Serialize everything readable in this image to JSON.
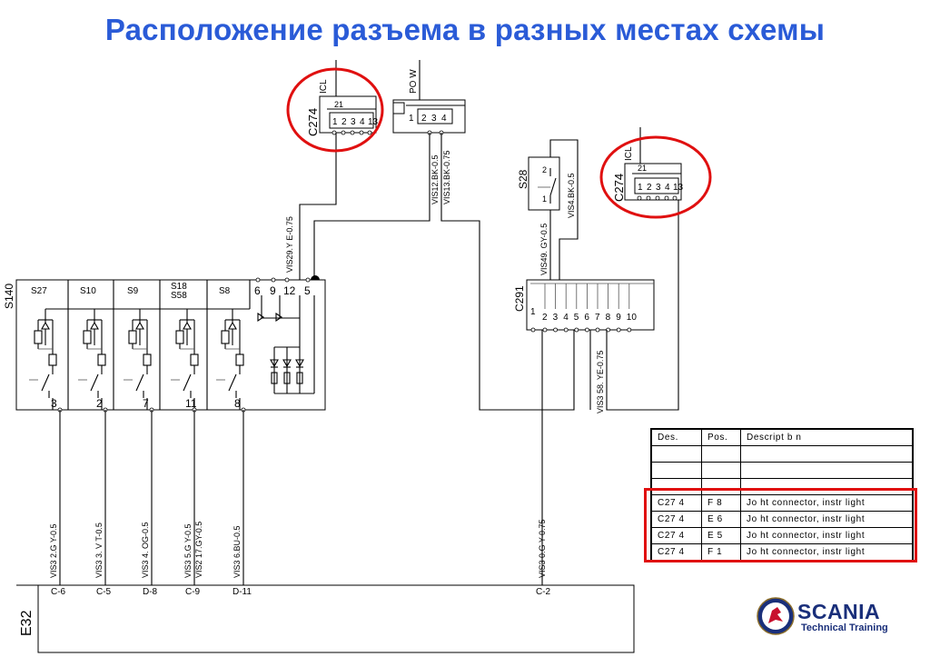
{
  "title": "Расположение разъема в разных местах схемы",
  "connectors": {
    "c274_label": "C274",
    "icl": "ICL",
    "pin21": "21",
    "pins": [
      "1",
      "2",
      "3",
      "4",
      "13"
    ],
    "pow_label": "PO W",
    "pow_pins": [
      "1",
      "2",
      "3",
      "4"
    ],
    "s28": "S28",
    "s28_pins": [
      "2",
      "1"
    ],
    "c291": "C291",
    "c291_pins": [
      "1",
      "2",
      "3",
      "4",
      "5",
      "6",
      "7",
      "8",
      "9",
      "10"
    ]
  },
  "wires": {
    "top_a": "VIS12.BK-0.5",
    "top_b": "VIS13.BK-0.75",
    "s28_wire": "VIS4.BK-0.5",
    "y075": "VIS29.Y E-0.75",
    "gy05": "VIS49. GY-0.5",
    "ye075": "VIS3 58. YE-0.75",
    "bottom": [
      "VIS3 2.G Y-0.5",
      "VIS3 3. V T-0.5",
      "VIS3 4. OG-0.5",
      "VIS3 5.G Y-0.5",
      "VIS2 17.GY-0.5",
      "VIS3 6.BU-0.5",
      "VIS3 0.G Y-0.75"
    ]
  },
  "module": {
    "label": "S140",
    "switches": [
      "S27",
      "S10",
      "S9",
      "S18",
      "S58",
      "S8"
    ],
    "top_pins": [
      "6",
      "9",
      "12",
      "5"
    ],
    "bottom_pins": [
      "3",
      "2",
      "7",
      "11",
      "8"
    ]
  },
  "e32": {
    "label": "E32",
    "pins": [
      "C-6",
      "C-5",
      "D-8",
      "C-9",
      "D-11",
      "C-2"
    ]
  },
  "legend": {
    "headers": [
      "Des.",
      "Pos.",
      "Descript b n"
    ],
    "rows": [
      [
        "C27 4",
        "F 8",
        "Jo ht  connector,  instr light"
      ],
      [
        "C27 4",
        "E 6",
        "Jo ht  connector,  instr light"
      ],
      [
        "C27 4",
        "E 5",
        "Jo ht  connector,  instr light"
      ],
      [
        "C27 4",
        "F 1",
        "Jo ht  connector,  instr light"
      ]
    ]
  },
  "logo": {
    "word": "SCANIA",
    "subtitle": "Technical Training"
  },
  "colors": {
    "title": "#2a5bd7",
    "highlight": "#e01010",
    "logo": "#1a2f7a"
  }
}
